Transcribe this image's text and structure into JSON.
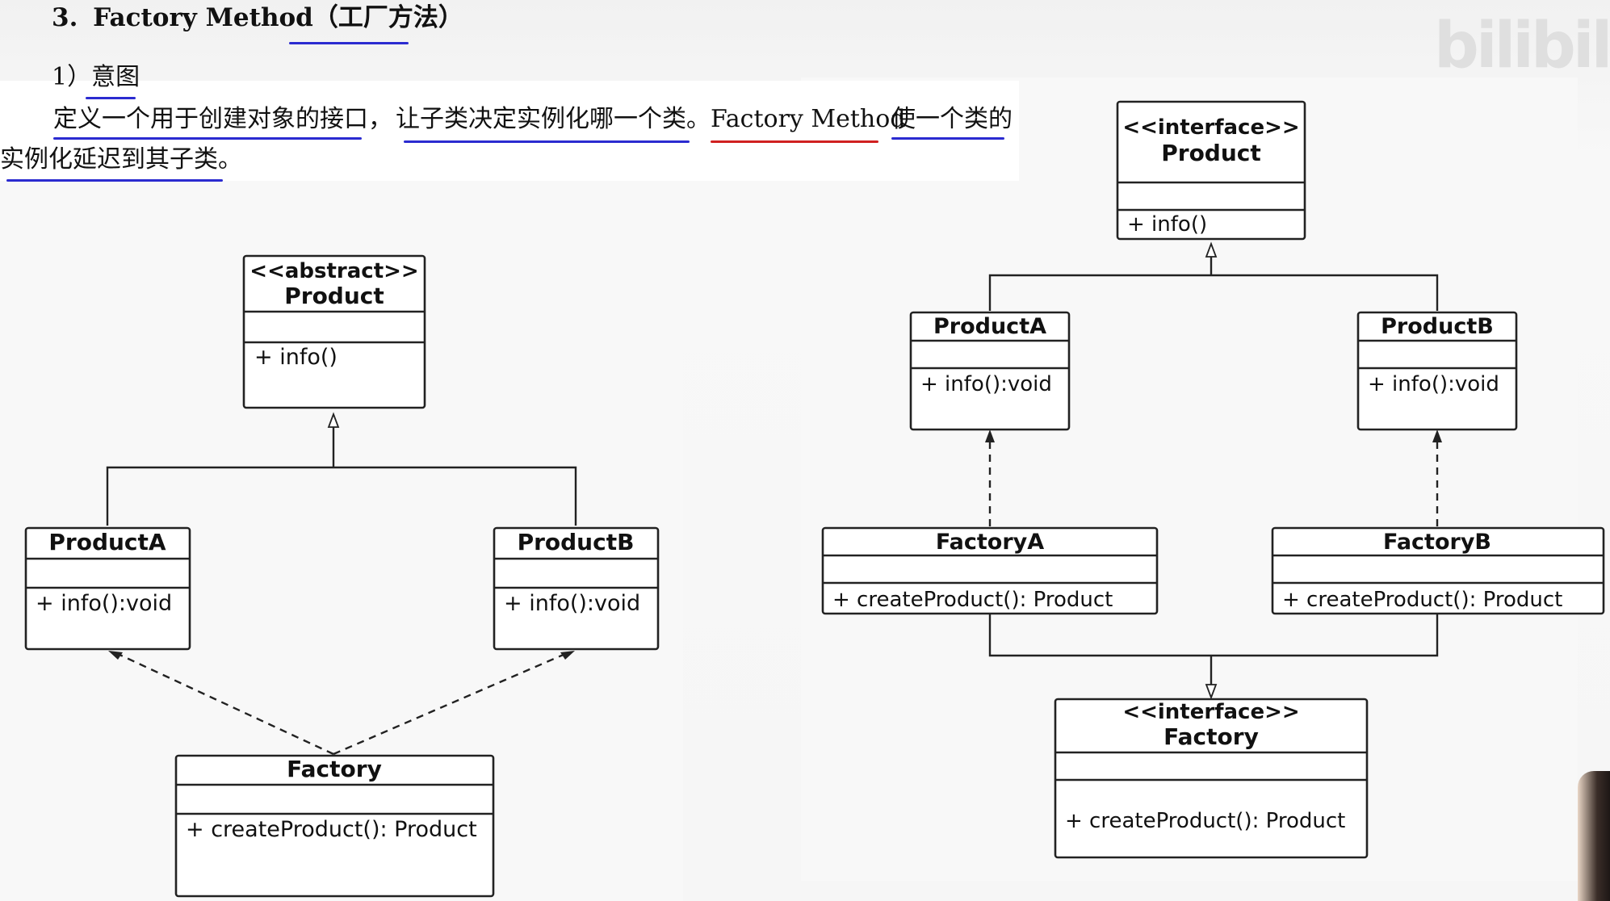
{
  "heading": {
    "number": "3.",
    "title": "Factory Method",
    "cn": "（工厂方法）"
  },
  "subheading": "1）意图",
  "intent": {
    "segments": [
      "定义一个用于创建对象的接口，",
      "让子类决定实例化哪一个类。",
      "Factory Method",
      "使一个类的"
    ],
    "line2": "实例化延迟到其子类。"
  },
  "watermark": "bilibili",
  "left_diagram": {
    "product": {
      "stereotype": "<<abstract>>",
      "name": "Product",
      "method": "+ info()"
    },
    "product_a": {
      "name": "ProductA",
      "method": "+ info():void"
    },
    "product_b": {
      "name": "ProductB",
      "method": "+ info():void"
    },
    "factory": {
      "name": "Factory",
      "method": "+ createProduct():  Product"
    }
  },
  "right_diagram": {
    "product": {
      "stereotype": "<<interface>>",
      "name": "Product",
      "method": "+ info()"
    },
    "product_a": {
      "name": "ProductA",
      "method": "+ info():void"
    },
    "product_b": {
      "name": "ProductB",
      "method": "+ info():void"
    },
    "factory_a": {
      "name": "FactoryA",
      "method": "+ createProduct():  Product"
    },
    "factory_b": {
      "name": "FactoryB",
      "method": "+ createProduct():  Product"
    },
    "factory": {
      "stereotype": "<<interface>>",
      "name": "Factory",
      "method": "+ createProduct():  Product"
    }
  },
  "colors": {
    "underline_blue": "#2b2bd0",
    "underline_red": "#d02020",
    "line": "#222222"
  }
}
